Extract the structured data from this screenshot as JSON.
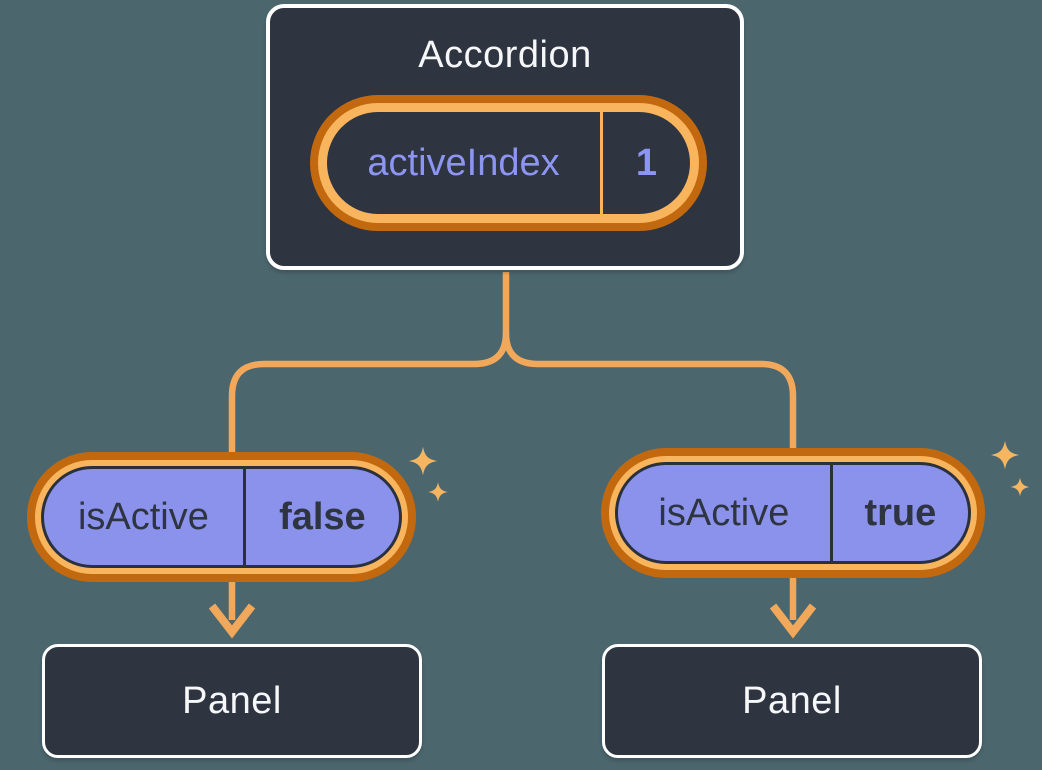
{
  "background_color": "#4C666E",
  "accordion": {
    "title": "Accordion",
    "state_name": "activeIndex",
    "state_value": "1"
  },
  "children": [
    {
      "prop_name": "isActive",
      "prop_value": "false",
      "panel": {
        "title": "Panel"
      }
    },
    {
      "prop_name": "isActive",
      "prop_value": "true",
      "panel": {
        "title": "Panel"
      }
    }
  ],
  "icons": {
    "sparkles": "sparkles-icon",
    "arrow": "arrow-down-icon"
  },
  "colors": {
    "background": "#4C666E",
    "node_fill": "#2E3440",
    "node_border": "#FFFFFF",
    "ring_dark_orange": "#C2690F",
    "ring_light_orange": "#F8B55E",
    "connector_orange": "#F1A85A",
    "sparkle_orange": "#F5B561",
    "prop_pill_fill": "#8B92EC",
    "prop_pill_border": "#2B313C",
    "purple_text": "#8D95F2",
    "dark_text": "#2F3540",
    "light_text": "#F6F7F9"
  }
}
